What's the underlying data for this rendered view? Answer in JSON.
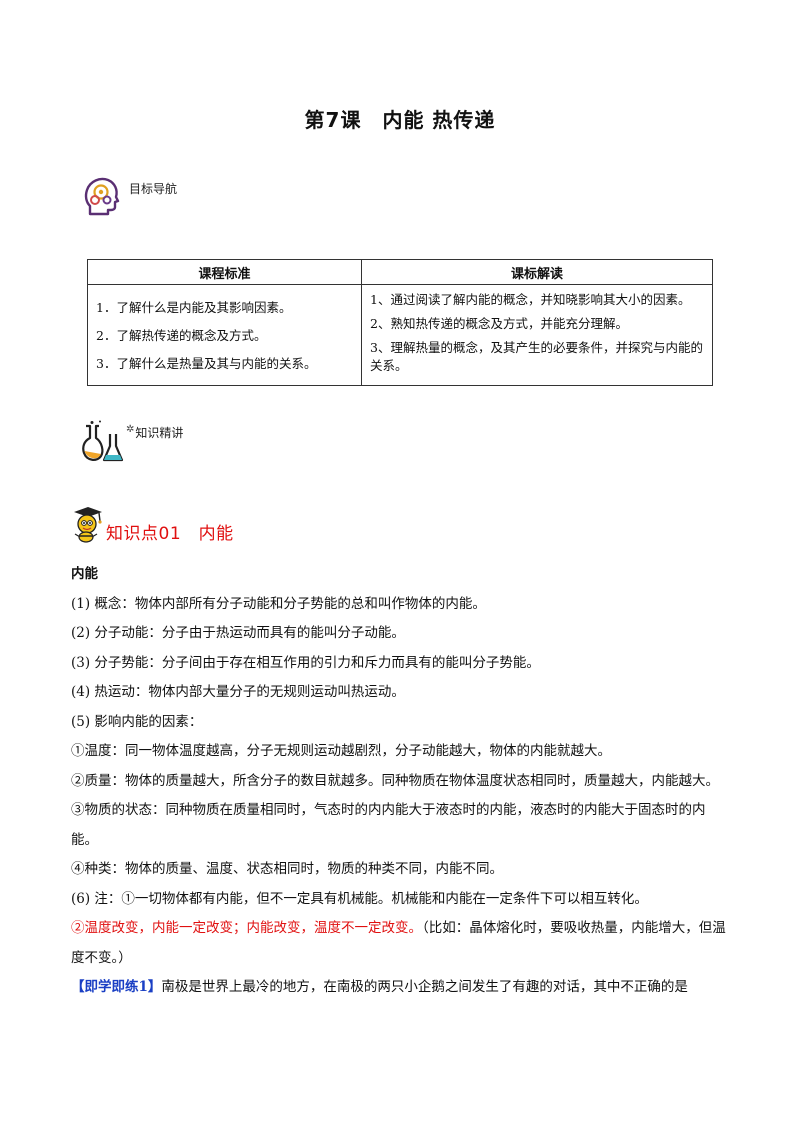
{
  "title": "第7课　内能 热传递",
  "nav": {
    "label": "目标导航",
    "icon": "head-gears-icon"
  },
  "table": {
    "headers": [
      "课程标准",
      "课标解读"
    ],
    "left_items": [
      "1．了解什么是内能及其影响因素。",
      "2．了解热传递的概念及方式。",
      "3．了解什么是热量及其与内能的关系。"
    ],
    "right_items": [
      "1、通过阅读了解内能的概念，并知晓影响其大小的因素。",
      "2、熟知热传递的概念及方式，并能充分理解。",
      "3、理解热量的概念，及其产生的必要条件，并探究与内能的关系。"
    ]
  },
  "knowledge": {
    "label": "知识精讲",
    "icon": "lab-flasks-icon"
  },
  "point": {
    "title": "知识点01　内能",
    "icon": "bee-mascot-icon"
  },
  "content": {
    "heading": "内能",
    "lines": [
      "(1) 概念：物体内部所有分子动能和分子势能的总和叫作物体的内能。",
      "(2) 分子动能：分子由于热运动而具有的能叫分子动能。",
      "(3) 分子势能：分子间由于存在相互作用的引力和斥力而具有的能叫分子势能。",
      "(4) 热运动：物体内部大量分子的无规则运动叫热运动。",
      "(5) 影响内能的因素：",
      "①温度：同一物体温度越高，分子无规则运动越剧烈，分子动能越大，物体的内能就越大。",
      "②质量：物体的质量越大，所含分子的数目就越多。同种物质在物体温度状态相同时，质量越大，内能越大。",
      "③物质的状态：同种物质在质量相同时，气态时的内内能大于液态时的内能，液态时的内能大于固态时的内能。",
      "④种类：物体的质量、温度、状态相同时，物质的种类不同，内能不同。",
      "(6) 注：①一切物体都有内能，但不一定具有机械能。机械能和内能在一定条件下可以相互转化。"
    ],
    "note_red": "②温度改变，内能一定改变；内能改变，温度不一定改变。",
    "note_rest": "（比如：晶体熔化时，要吸收热量，内能增大，但温度不变。）",
    "exercise_tag": "【即学即练1】",
    "exercise_text": "南极是世界上最冷的地方，在南极的两只小企鹅之间发生了有趣的对话，其中不正确的是"
  },
  "colors": {
    "accent_red": "#e01010",
    "exercise_blue": "#1a3fc4"
  }
}
